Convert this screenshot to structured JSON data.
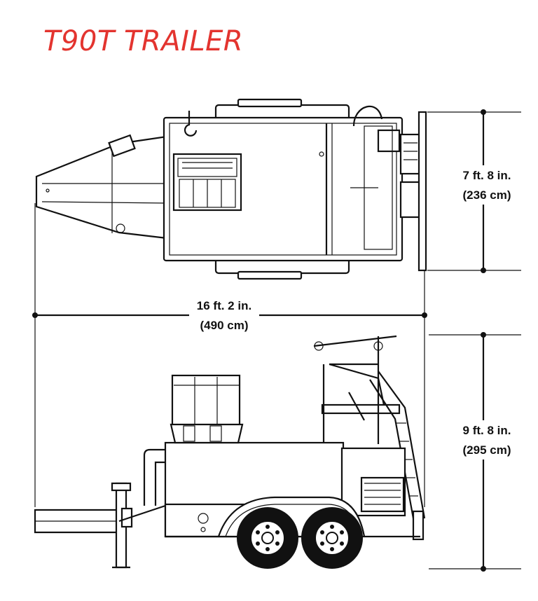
{
  "title": "T90T TRAILER",
  "dimensions": {
    "width": {
      "imperial": "7 ft. 8 in.",
      "metric": "(236 cm)"
    },
    "length": {
      "imperial": "16 ft. 2 in.",
      "metric": "(490 cm)"
    },
    "height": {
      "imperial": "9 ft. 8 in.",
      "metric": "(295 cm)"
    }
  },
  "colors": {
    "title": "#e3342f",
    "line": "#111111"
  }
}
